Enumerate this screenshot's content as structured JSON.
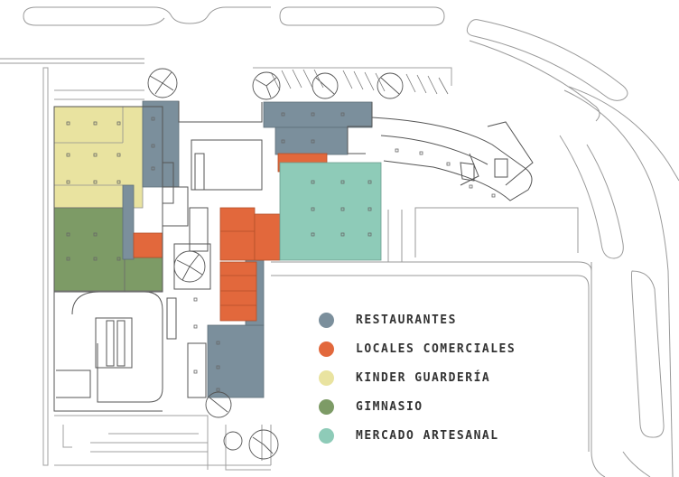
{
  "legend": {
    "items": [
      {
        "label": "RESTAURANTES",
        "color": "#7b8f9c"
      },
      {
        "label": "LOCALES COMERCIALES",
        "color": "#e2683c"
      },
      {
        "label": "KINDER GUARDERÍA",
        "color": "#e9e3a0"
      },
      {
        "label": "GIMNASIO",
        "color": "#7d9b66"
      },
      {
        "label": "MERCADO ARTESANAL",
        "color": "#8ecbb8"
      }
    ]
  },
  "colors": {
    "line": "#8f8f8f",
    "wall": "#555555"
  }
}
